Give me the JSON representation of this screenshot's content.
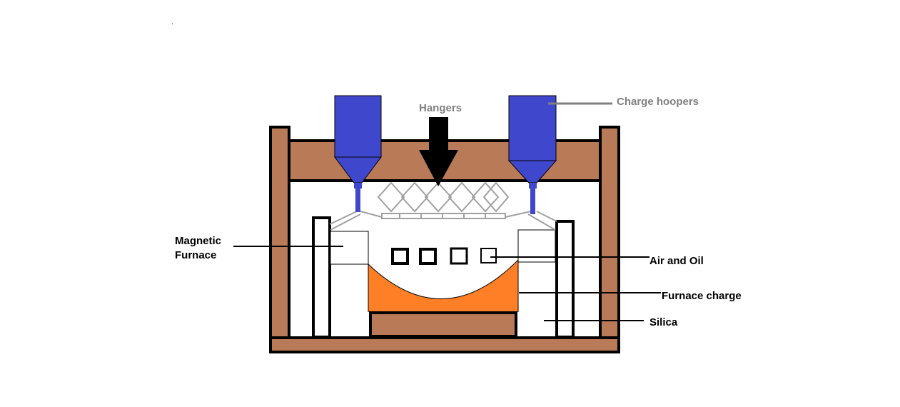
{
  "labels": {
    "hangers": "Hangers",
    "charge_hoppers": "Charge hoopers",
    "magnetic_furnace_line1": "Magnetic",
    "magnetic_furnace_line2": "Furnace",
    "air_and_oil": "Air and Oil",
    "furnace_charge": "Furnace charge",
    "silica": "Silica"
  },
  "colors": {
    "brown": "#b97a57",
    "hopper_blue": "#3f48cc",
    "charge_orange": "#ff7f27",
    "hanger_gray": "#a0a0a0",
    "label_gray": "#808080",
    "outline": "#000000"
  }
}
